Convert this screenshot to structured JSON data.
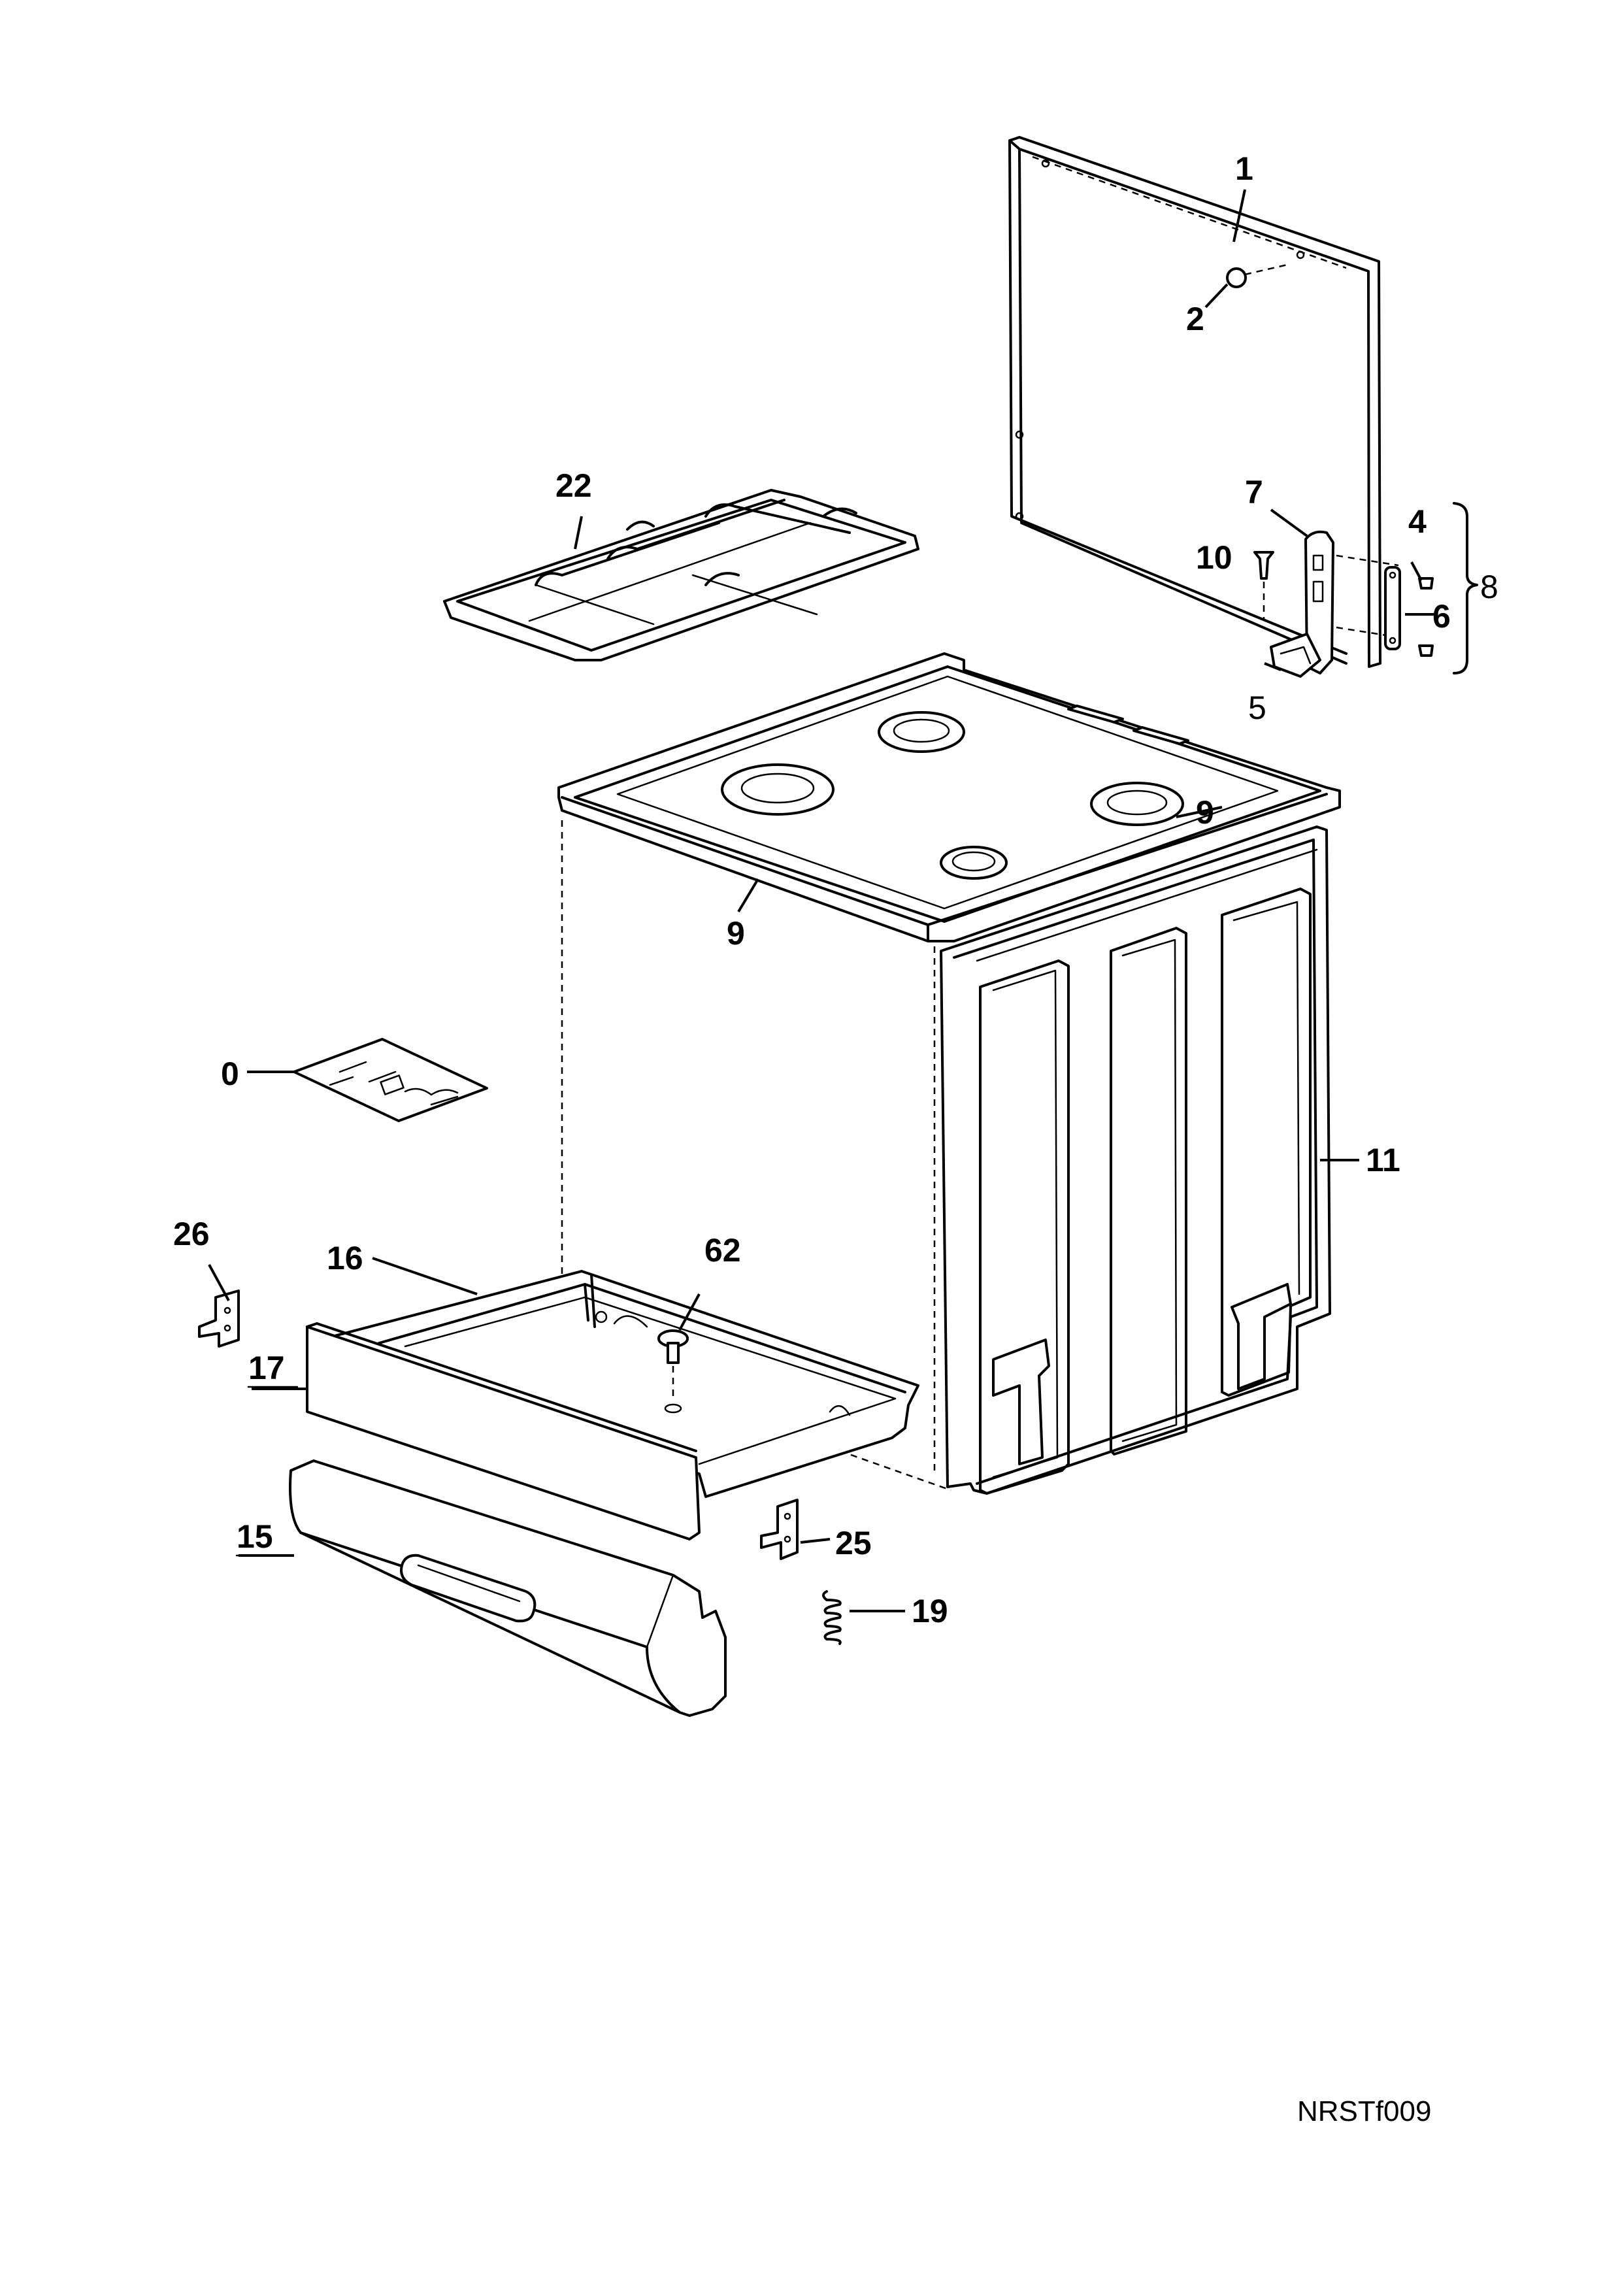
{
  "drawing_code": "NRSTf009",
  "callouts": {
    "c0": "0",
    "c1": "1",
    "c2": "2",
    "c4": "4",
    "c5": "5",
    "c6": "6",
    "c7": "7",
    "c8": "8",
    "c9a": "9",
    "c9b": "9",
    "c10": "10",
    "c11": "11",
    "c15": "15",
    "c16": "16",
    "c17": "17",
    "c19": "19",
    "c22": "22",
    "c25": "25",
    "c26": "26",
    "c62": "62"
  }
}
